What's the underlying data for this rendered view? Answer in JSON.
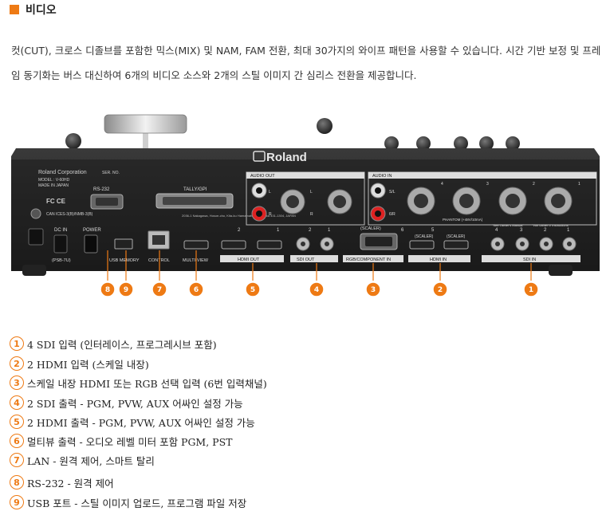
{
  "heading": {
    "title": "비디오",
    "accent": "#ee7a14"
  },
  "description": "컷(CUT), 크로스 디졸브를 포함한 믹스(MIX) 및 NAM, FAM 전환, 최대 30가지의 와이프 패턴을 사용할 수 있습니다. 시간 기반 보정 및 프레임 동기화는 버스 대신하여 6개의 비디오 소스와 2개의 스틸 이미지 간 심리스 전환을 제공합니다.",
  "device": {
    "brand": "Roland",
    "corp_label": "Roland Corporation",
    "model_label": "MODEL : V-60HD",
    "made_label": "MADE IN JAPAN",
    "serial_label": "SER. NO.",
    "can_label": "CAN ICES-3(B)/NMB-3(B)",
    "address_label": "2036-1 Nakagawa, Hosoe-cho, Kita-ku Hamamatsu, Shizuoka 431-1304, JAPAN",
    "fc_label": "FC CE",
    "port_labels": {
      "rs232": "RS-232",
      "tally": "TALLY/GPI",
      "dc_in": "DC IN",
      "psb": "(PSB-7U)",
      "power": "POWER",
      "usb_memory": "USB MEMORY",
      "control": "CONTROL",
      "multi_view": "MULTI-VIEW",
      "hdmi_out": "HDMI OUT",
      "sdi_out": "SDI OUT",
      "rgb_in": "RGB/COMPONENT IN",
      "hdmi_in": "HDMI IN",
      "sdi_in": "SDI IN",
      "audio_out": "AUDIO OUT",
      "audio_in": "AUDIO IN",
      "scaler": "(SCALER)",
      "phantom": "PHANTOM (+48V/10mA)",
      "owner_manual": "\"See Owner's Manual\"",
      "instructions": "\"Voir cahier d' instructions\"",
      "ch_l": "L",
      "ch_r": "R",
      "ch_sl": "S/L",
      "ch_6r": "6/R",
      "n1": "1",
      "n2": "2",
      "n3": "3",
      "n4": "4",
      "n5": "5",
      "n6": "6"
    },
    "callouts": [
      "8",
      "9",
      "7",
      "6",
      "5",
      "4",
      "3",
      "2",
      "1"
    ]
  },
  "items": [
    {
      "num": "1",
      "text": "4 SDI 입력 (인터레이스, 프로그레시브 포함)"
    },
    {
      "num": "2",
      "text": "2 HDMI 입력 (스케일 내장)"
    },
    {
      "num": "3",
      "text": "스케일 내장 HDMI 또는 RGB 선택 입력 (6번 입력채널)"
    },
    {
      "num": "4",
      "text": "2 SDI 출력 - PGM, PVW, AUX 어싸인 설정 가능"
    },
    {
      "num": "5",
      "text": "2 HDMI 출력 - PGM, PVW, AUX 어싸인 설정 가능"
    },
    {
      "num": "6",
      "text": "멀티뷰 출력 - 오디오 레벨 미터 포함 PGM, PST"
    },
    {
      "num": "7",
      "text": "LAN - 원격 제어, 스마트 탈리"
    },
    {
      "num": "8",
      "text": "RS-232 - 원격 제어"
    },
    {
      "num": "9",
      "text": "USB 포트 - 스틸 이미지 업로드, 프로그램 파일 저장"
    }
  ]
}
